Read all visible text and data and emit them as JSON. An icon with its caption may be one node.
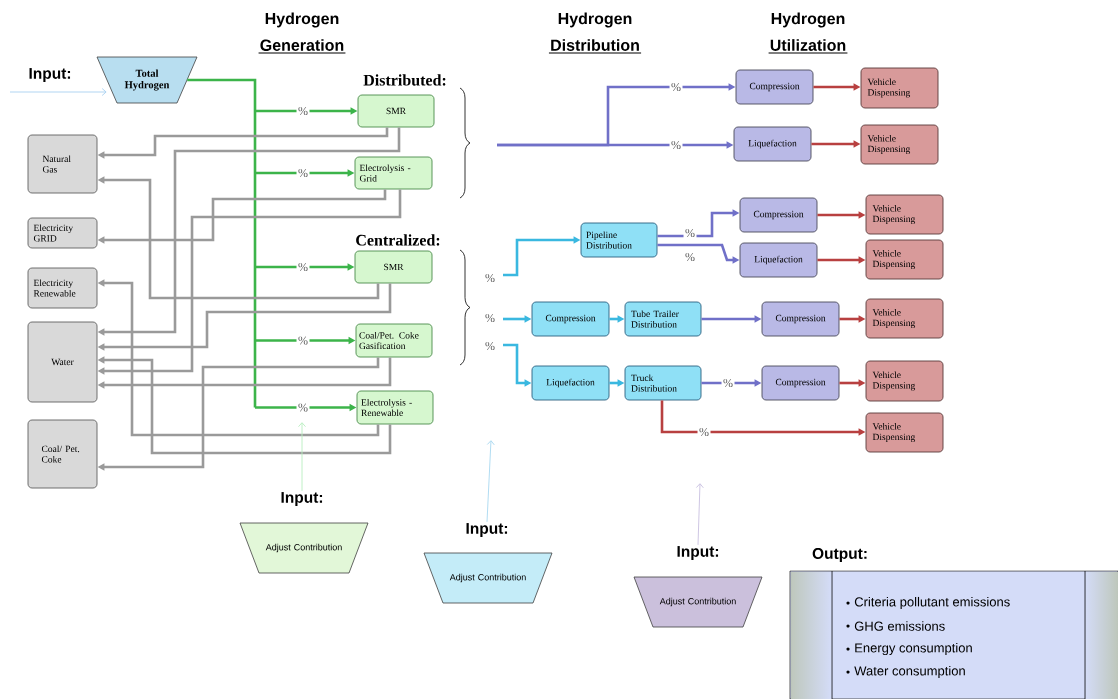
{
  "diagram": {
    "nodes": [
      {
        "text": [
          "Total Hydrogen"
        ],
        "beside": [
          "Input:"
        ]
      },
      {
        "text": [
          "Natural Gas"
        ]
      },
      {
        "text": [
          "Electricity GRID"
        ]
      },
      {
        "text": [
          "Electricity Renewable"
        ]
      },
      {
        "text": [
          "Water"
        ]
      },
      {
        "text": [
          "Coal/ Pet. Coke"
        ]
      },
      {
        "text": [
          "SMR"
        ]
      },
      {
        "text": [
          "Electrolysis - Grid"
        ]
      },
      {
        "text": [
          "SMR"
        ]
      },
      {
        "text": [
          "Coal/Pet. Coke Gasification"
        ]
      },
      {
        "text": [
          "Electrolysis - Renewable"
        ]
      },
      {
        "text": [
          "Compression"
        ]
      },
      {
        "text": [
          "Vehicle Dispensing"
        ]
      },
      {
        "text": [
          "Liquefaction"
        ]
      },
      {
        "text": [
          "Vehicle Dispensing"
        ]
      },
      {
        "text": [
          "Pipeline Distribution"
        ]
      },
      {
        "text": [
          "Compression"
        ]
      },
      {
        "text": [
          "Vehicle Dispensing"
        ]
      },
      {
        "text": [
          "Liquefaction"
        ]
      },
      {
        "text": [
          "Vehicle Dispensing"
        ]
      },
      {
        "text": [
          "Compression"
        ]
      },
      {
        "text": [
          "Tube Trailer Distribution"
        ]
      },
      {
        "text": [
          "Compression"
        ]
      },
      {
        "text": [
          "Vehicle Dispensing"
        ]
      },
      {
        "text": [
          "Liquefaction"
        ]
      },
      {
        "text": [
          "Truck Distribution"
        ]
      },
      {
        "text": [
          "Compression"
        ]
      },
      {
        "text": [
          "Vehicle Dispensing"
        ]
      },
      {
        "text": [
          "Vehicle Dispensing"
        ]
      },
      {
        "text": [
          "Adjust Contribution"
        ],
        "beside": [
          "Input:"
        ]
      },
      {
        "text": [
          "Adjust Contribution"
        ],
        "beside": [
          "Input:"
        ]
      },
      {
        "text": [
          "Adjust Contribution"
        ],
        "beside": [
          "Input:"
        ]
      },
      {
        "text": [
          "Criteria pollutant  emissions",
          "GHG emissions",
          "Energy consumption",
          "Water consumption"
        ],
        "beside": [
          "Output:"
        ]
      }
    ],
    "edges": [
      {
        "from": null,
        "to": 0,
        "arrow": "to",
        "color": "#a8d0f0"
      },
      {
        "from": 0,
        "to": 6,
        "arrow": "to",
        "label": "%",
        "color": "#3cb44a"
      },
      {
        "from": 0,
        "to": 7,
        "arrow": "to",
        "label": "%",
        "color": "#3cb44a"
      },
      {
        "from": 0,
        "to": 8,
        "arrow": "to",
        "label": "%",
        "color": "#3cb44a"
      },
      {
        "from": 0,
        "to": 9,
        "arrow": "to",
        "label": "%",
        "color": "#3cb44a"
      },
      {
        "from": 0,
        "to": 10,
        "arrow": "to",
        "label": "%",
        "color": "#3cb44a"
      },
      {
        "from": 6,
        "to": 1,
        "arrow": "to",
        "color": "#9a9a9a"
      },
      {
        "from": 6,
        "to": 4,
        "arrow": "to",
        "color": "#9a9a9a"
      },
      {
        "from": 7,
        "to": 2,
        "arrow": "to",
        "color": "#9a9a9a"
      },
      {
        "from": 7,
        "to": 4,
        "arrow": "to",
        "color": "#9a9a9a"
      },
      {
        "from": 8,
        "to": 1,
        "arrow": "to",
        "color": "#9a9a9a"
      },
      {
        "from": 8,
        "to": 4,
        "arrow": "to",
        "color": "#9a9a9a"
      },
      {
        "from": 9,
        "to": 5,
        "arrow": "to",
        "color": "#9a9a9a"
      },
      {
        "from": 9,
        "to": 4,
        "arrow": "to",
        "color": "#9a9a9a"
      },
      {
        "from": 10,
        "to": 3,
        "arrow": "to",
        "color": "#9a9a9a"
      },
      {
        "from": 10,
        "to": 4,
        "arrow": "to",
        "color": "#9a9a9a"
      },
      {
        "from": null,
        "to": 11,
        "arrow": "to",
        "label": "%",
        "color": "#7070c8"
      },
      {
        "from": null,
        "to": 13,
        "arrow": "to",
        "label": "%",
        "color": "#7070c8"
      },
      {
        "from": 11,
        "to": 12,
        "arrow": "to",
        "color": "#b84040"
      },
      {
        "from": 13,
        "to": 14,
        "arrow": "to",
        "color": "#b84040"
      },
      {
        "from": null,
        "to": 15,
        "arrow": "to",
        "label": "%",
        "color": "#3ab8e0"
      },
      {
        "from": null,
        "to": 20,
        "arrow": "to",
        "label": "%",
        "color": "#3ab8e0"
      },
      {
        "from": null,
        "to": 24,
        "arrow": "to",
        "label": "%",
        "color": "#3ab8e0"
      },
      {
        "from": 15,
        "to": 16,
        "arrow": "to",
        "label": "%",
        "color": "#7070c8"
      },
      {
        "from": 15,
        "to": 18,
        "arrow": "to",
        "label": "%",
        "color": "#7070c8"
      },
      {
        "from": 16,
        "to": 17,
        "arrow": "to",
        "color": "#b84040"
      },
      {
        "from": 18,
        "to": 19,
        "arrow": "to",
        "color": "#b84040"
      },
      {
        "from": 20,
        "to": 21,
        "arrow": "to",
        "color": "#3ab8e0"
      },
      {
        "from": 21,
        "to": 22,
        "arrow": "to",
        "color": "#7070c8"
      },
      {
        "from": 22,
        "to": 23,
        "arrow": "to",
        "color": "#b84040"
      },
      {
        "from": 24,
        "to": 25,
        "arrow": "to",
        "color": "#3ab8e0"
      },
      {
        "from": 25,
        "to": 26,
        "arrow": "to",
        "label": "%",
        "color": "#7070c8"
      },
      {
        "from": 26,
        "to": 27,
        "arrow": "to",
        "color": "#b84040"
      },
      {
        "from": 25,
        "to": 28,
        "arrow": "to",
        "label": "%",
        "color": "#b84040"
      },
      {
        "from": 29,
        "to": null,
        "arrow": "to",
        "color": "#b8eec0"
      },
      {
        "from": 30,
        "to": null,
        "arrow": "to",
        "color": "#a8d8f0"
      },
      {
        "from": 31,
        "to": null,
        "arrow": "to",
        "color": "#c8c0e0"
      }
    ],
    "labels": [
      "Hydrogen",
      "Generation",
      "Hydrogen",
      "Distribution",
      "Hydrogen",
      "Utilization",
      "Distributed:",
      "Centralized:"
    ]
  }
}
